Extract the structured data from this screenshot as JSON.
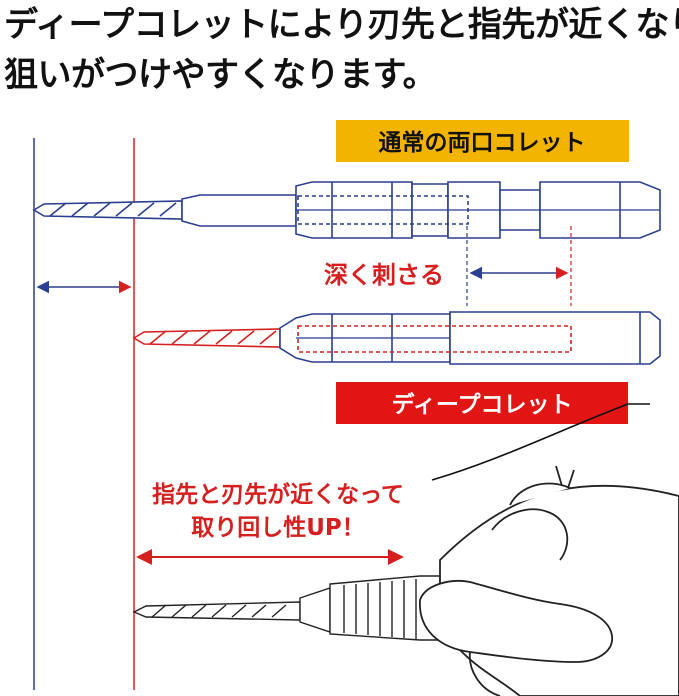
{
  "headline": {
    "line1": "ディープコレットにより刃先と指先が近くなり",
    "line2": "狙いがつけやすくなります。"
  },
  "labels": {
    "standard_collet": "通常の両口コレット",
    "deep_insert": "深く刺さる",
    "deep_collet": "ディープコレット",
    "benefit_line1": "指先と刃先が近くなって",
    "benefit_line2": "取り回し性UP！"
  },
  "colors": {
    "blue": "#2a3f8f",
    "red": "#d62020",
    "yellow_badge": "#f2b400",
    "red_badge": "#e21515",
    "text": "#111111"
  }
}
